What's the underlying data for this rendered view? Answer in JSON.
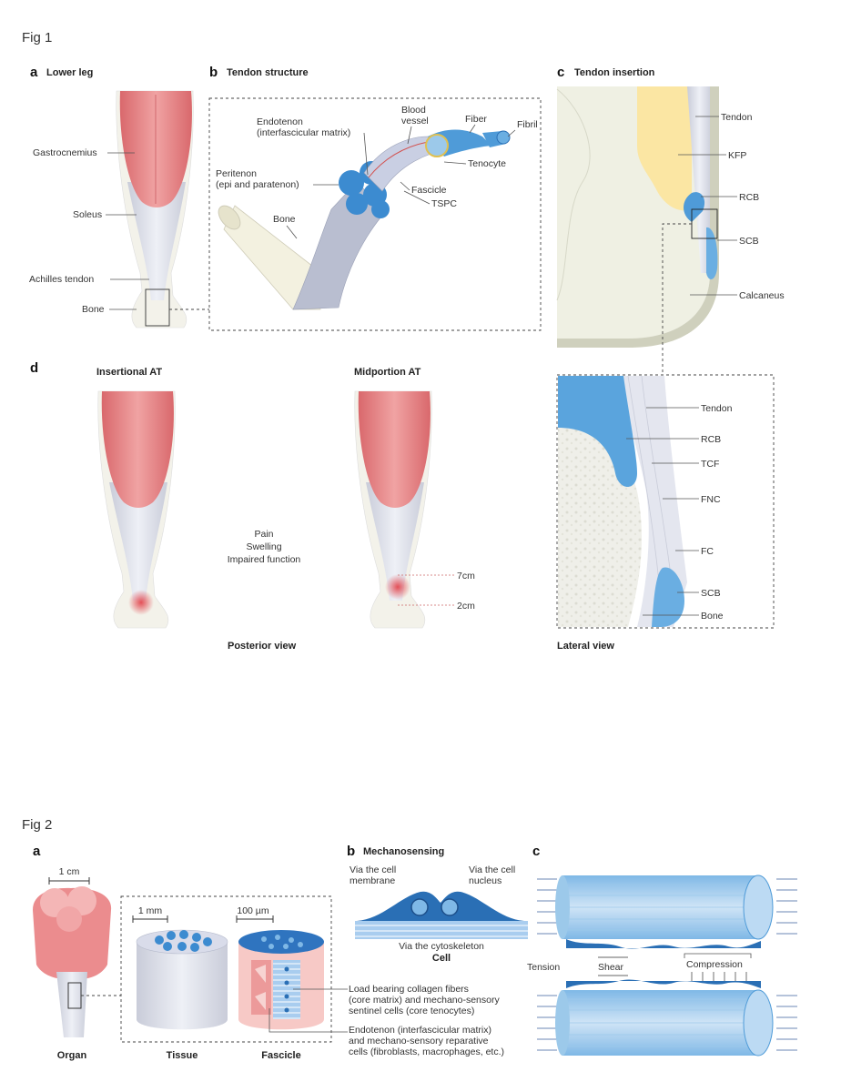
{
  "fig1": {
    "title": "Fig 1",
    "panel_a": {
      "letter": "a",
      "title": "Lower leg",
      "labels": [
        "Gastrocnemius",
        "Soleus",
        "Achilles tendon",
        "Bone"
      ]
    },
    "panel_b": {
      "letter": "b",
      "title": "Tendon structure",
      "labels": {
        "endotenon": "Endotenon",
        "endotenon_sub": "(interfascicular matrix)",
        "blood": "Blood",
        "vessel": "vessel",
        "fiber": "Fiber",
        "fibril": "Fibril",
        "peritenon": "Peritenon",
        "peritenon_sub": "(epi and paratenon)",
        "tenocyte": "Tenocyte",
        "fascicle": "Fascicle",
        "tspc": "TSPC",
        "bone": "Bone"
      }
    },
    "panel_c": {
      "letter": "c",
      "title": "Tendon insertion",
      "labels_top": [
        "Tendon",
        "KFP",
        "RCB",
        "SCB",
        "Calcaneus"
      ],
      "labels_bottom": [
        "Tendon",
        "RCB",
        "TCF",
        "FNC",
        "FC",
        "SCB",
        "Bone"
      ],
      "view": "Lateral view"
    },
    "panel_d": {
      "letter": "d",
      "left_title": "Insertional AT",
      "right_title": "Midportion AT",
      "symptoms": [
        "Pain",
        "Swelling",
        "Impaired function"
      ],
      "dist_upper": "7cm",
      "dist_lower": "2cm",
      "view": "Posterior view"
    }
  },
  "fig2": {
    "title": "Fig 2",
    "panel_a": {
      "letter": "a",
      "scale_organ": "1 cm",
      "scale_tissue": "1 mm",
      "scale_fascicle": "100 µm",
      "organ": "Organ",
      "tissue": "Tissue",
      "fascicle": "Fascicle",
      "note1": [
        "Load bearing collagen fibers",
        "(core matrix) and mechano-sensory",
        "sentinel cells (core tenocytes)"
      ],
      "note2": [
        "Endotenon (interfascicular matrix)",
        "and mechano-sensory reparative",
        "cells (fibroblasts, macrophages, etc.)"
      ]
    },
    "panel_b": {
      "letter": "b",
      "title": "Mechanosensing",
      "membrane": [
        "Via the cell",
        "membrane"
      ],
      "nucleus": [
        "Via the cell",
        "nucleus"
      ],
      "cytoskeleton": "Via the cytoskeleton",
      "cell": "Cell"
    },
    "panel_c": {
      "letter": "c",
      "tension": "Tension",
      "shear": "Shear",
      "compression": "Compression"
    }
  },
  "colors": {
    "muscle": "#e88a8c",
    "muscle_dark": "#cf5f65",
    "tendon": "#dfe1ea",
    "bone": "#f2f1e4",
    "blue": "#4f9bd8",
    "blue_dark": "#2a6fb5",
    "blue_light": "#bcdaf3",
    "fat": "#fbe7a8",
    "inflam": "#e2474f"
  }
}
